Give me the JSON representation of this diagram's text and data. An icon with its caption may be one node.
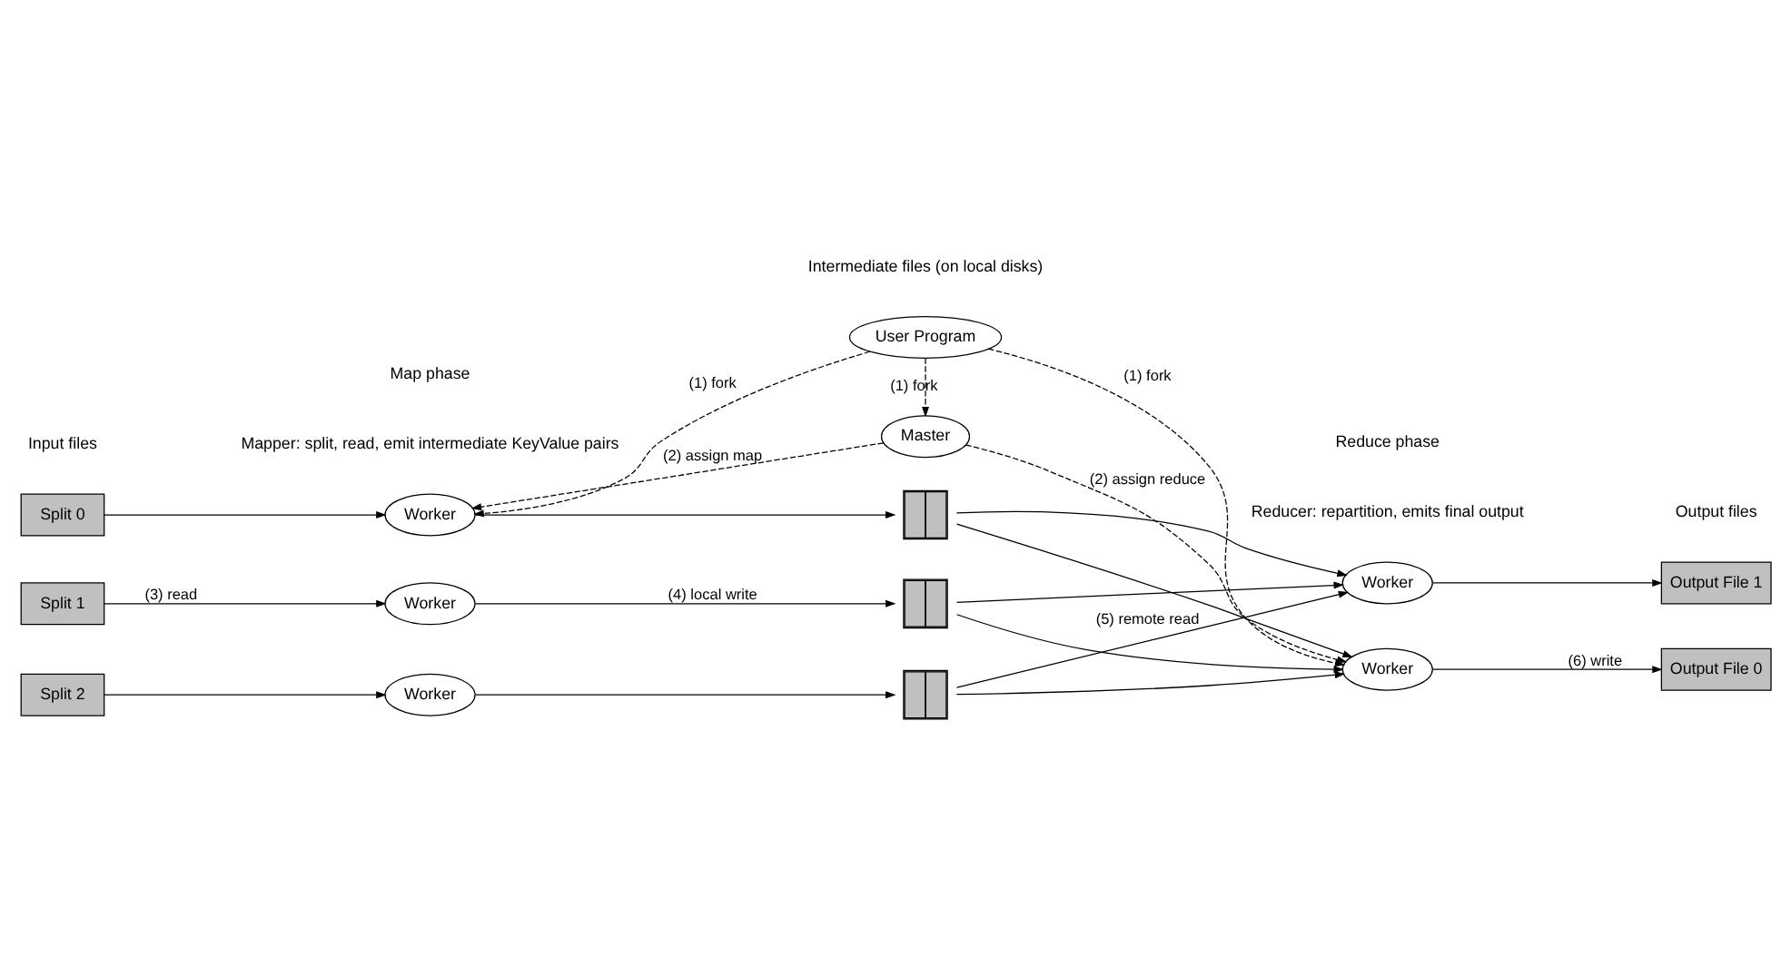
{
  "diagram": {
    "nodes": [
      {
        "text": [
          "User Program"
        ]
      },
      {
        "text": [
          "Master"
        ]
      },
      {
        "text": [
          "Worker"
        ]
      },
      {
        "text": [
          "Worker"
        ]
      },
      {
        "text": [
          "Worker"
        ]
      },
      {
        "text": [
          "Split 0"
        ]
      },
      {
        "text": [
          "Split 1"
        ]
      },
      {
        "text": [
          "Split 2"
        ]
      },
      {
        "text": [],
        "shape": "box"
      },
      {
        "text": [],
        "shape": "box"
      },
      {
        "text": [],
        "shape": "box"
      },
      {
        "text": [
          "Worker"
        ]
      },
      {
        "text": [
          "Worker"
        ]
      },
      {
        "text": [
          "Output File 0"
        ]
      },
      {
        "text": [
          "Output File 1"
        ]
      }
    ],
    "edges": [
      {
        "from": 0,
        "to": 2,
        "arrow": "to",
        "label": "(1) fork",
        "style": "dashed"
      },
      {
        "from": 0,
        "to": 1,
        "arrow": "to",
        "label": "(1) fork",
        "style": "dashed"
      },
      {
        "from": 0,
        "to": 11,
        "arrow": "to",
        "label": "(1) fork",
        "style": "dashed"
      },
      {
        "from": 1,
        "to": 2,
        "arrow": "to",
        "label": "(2) assign map",
        "style": "dashed"
      },
      {
        "from": 1,
        "to": 11,
        "arrow": "to",
        "label": "(2) assign reduce",
        "style": "dashed"
      },
      {
        "from": 5,
        "to": 2,
        "arrow": "to"
      },
      {
        "from": 6,
        "to": 3,
        "arrow": "to",
        "label": "(3) read"
      },
      {
        "from": 7,
        "to": 4,
        "arrow": "to"
      },
      {
        "from": 2,
        "to": 8,
        "arrow": "to"
      },
      {
        "from": 3,
        "to": 9,
        "arrow": "to",
        "label": "(4) local write"
      },
      {
        "from": 4,
        "to": 10,
        "arrow": "to"
      },
      {
        "from": 8,
        "to": 11,
        "arrow": "to"
      },
      {
        "from": 8,
        "to": 12,
        "arrow": "to"
      },
      {
        "from": 9,
        "to": 11,
        "arrow": "to"
      },
      {
        "from": 9,
        "to": 12,
        "arrow": "to"
      },
      {
        "from": 10,
        "to": 11,
        "arrow": "to"
      },
      {
        "from": 10,
        "to": 12,
        "arrow": "to",
        "label": "(5) remote read"
      },
      {
        "from": 11,
        "to": 13,
        "arrow": "to",
        "label": "(6) write"
      },
      {
        "from": 12,
        "to": 14,
        "arrow": "to"
      }
    ],
    "labels": [
      "Mapper: split, read, emit intermediate KeyValue pairs",
      "Reducer: repartition, emits final output",
      "Input files",
      "Map phase",
      "Intermediate files (on local disks)",
      "Reduce phase",
      "Output files"
    ]
  }
}
